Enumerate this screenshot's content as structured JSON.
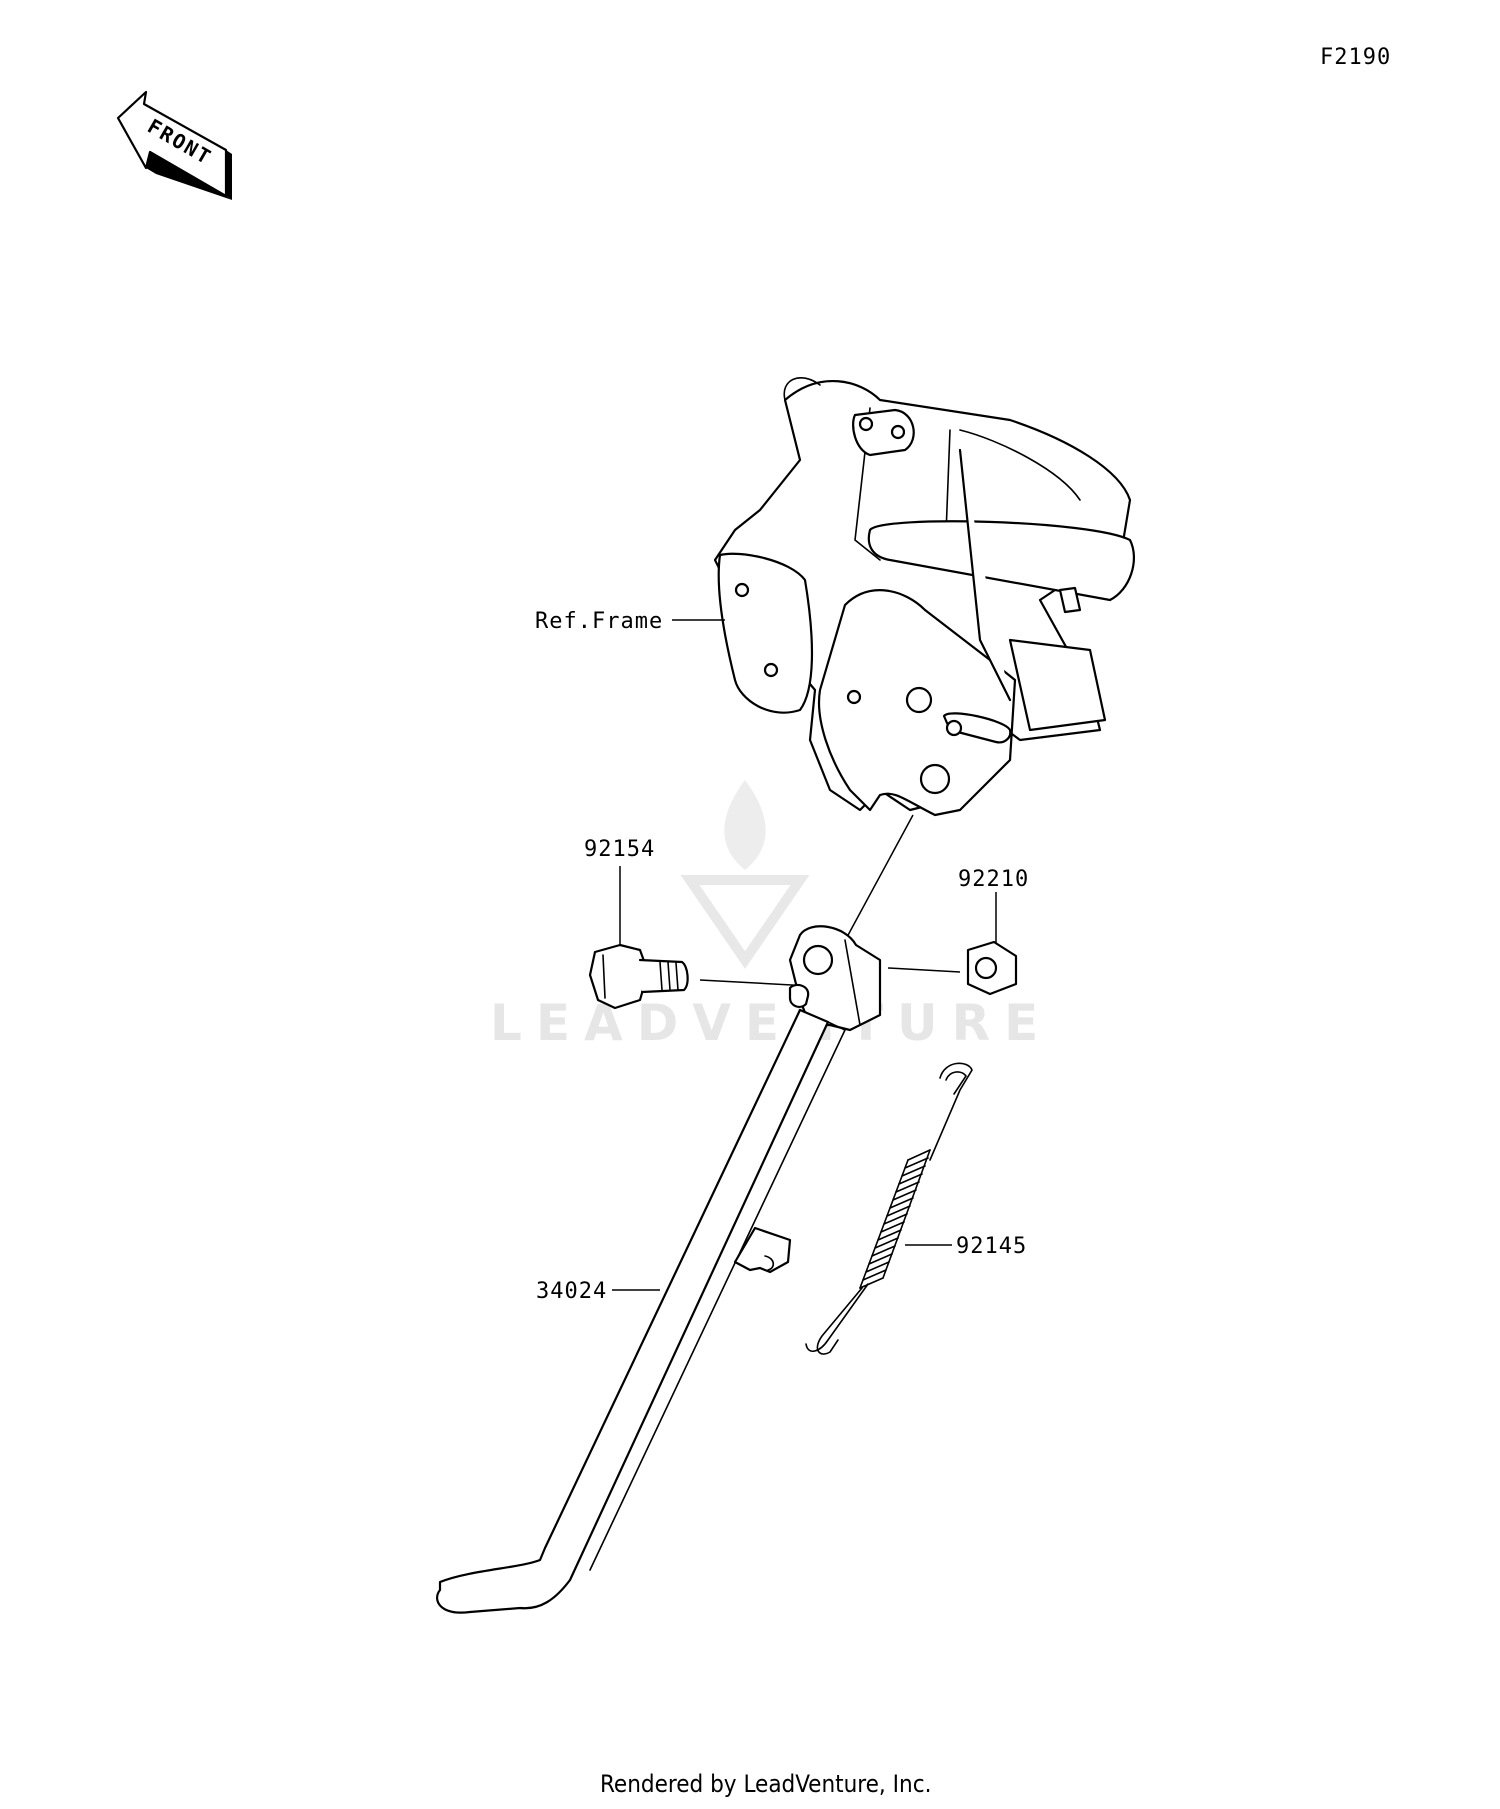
{
  "diagram_id": "F2190",
  "front_arrow_label": "FRONT",
  "watermark": "LEADVENTURE",
  "footer": "Rendered by LeadVenture, Inc.",
  "callouts": {
    "frame": "Ref.Frame",
    "bolt": "92154",
    "nut": "92210",
    "side_stand": "34024",
    "spring": "92145"
  }
}
